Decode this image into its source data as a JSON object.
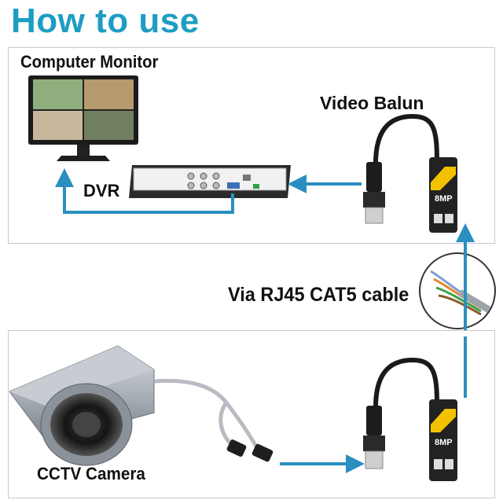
{
  "title": "How to use",
  "labels": {
    "computer_monitor": "Computer Monitor",
    "video_balun": "Video Balun",
    "dvr": "DVR",
    "cable": "Via RJ45 CAT5 cable",
    "cctv_camera": "CCTV Camera",
    "balun_badge": "8MP"
  },
  "colors": {
    "title": "#1e9dc3",
    "arrow": "#2a8fc0",
    "panel_border": "#c9c9c9",
    "balun_yellow": "#f2c200"
  }
}
